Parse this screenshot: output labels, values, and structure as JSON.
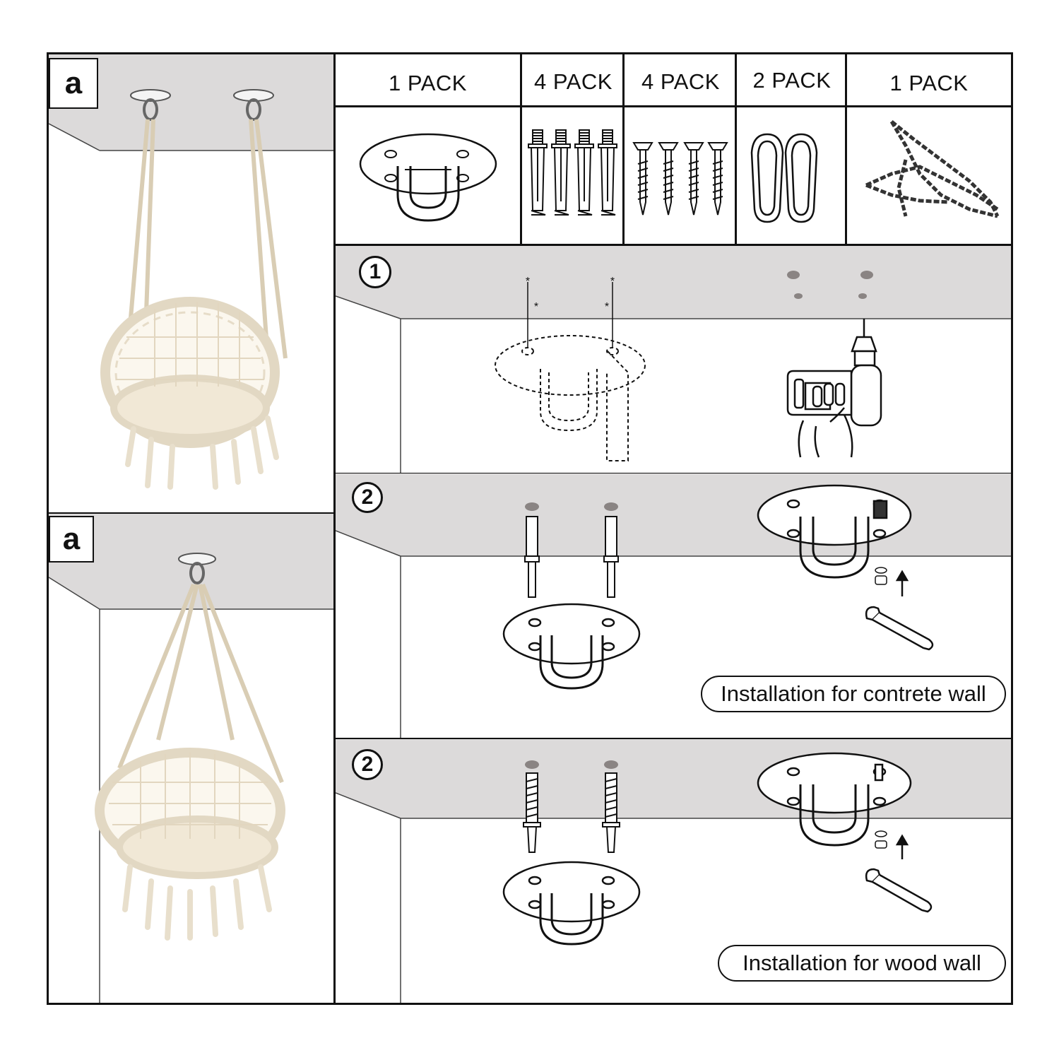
{
  "scene_labels": [
    "a",
    "a"
  ],
  "packs": [
    {
      "quantity": "1 PACK",
      "item_icon": "ceiling-plate-icon"
    },
    {
      "quantity": "4 PACK",
      "item_icon": "expansion-bolt-icon"
    },
    {
      "quantity": "4 PACK",
      "item_icon": "wood-screw-icon"
    },
    {
      "quantity": "2 PACK",
      "item_icon": "carabiner-icon"
    },
    {
      "quantity": "1 PACK",
      "item_icon": "chain-icon"
    }
  ],
  "steps": [
    {
      "number": "1",
      "caption": ""
    },
    {
      "number": "2",
      "caption": "Installation for contrete wall"
    },
    {
      "number": "2",
      "caption": "Installation for wood wall"
    }
  ],
  "colors": {
    "ceiling_gray": "#dcdada",
    "rope_cream": "#efe6d4",
    "line": "#111111",
    "hole_gray": "#8a8483"
  }
}
